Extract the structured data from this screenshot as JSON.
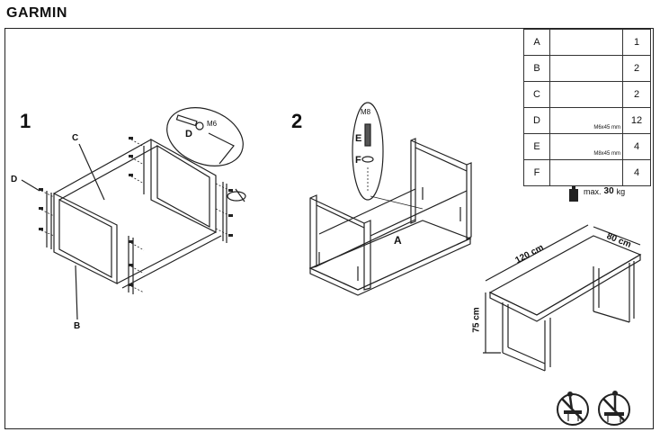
{
  "brand": "GARMIN",
  "steps": [
    "1",
    "2"
  ],
  "parts": [
    {
      "letter": "A",
      "qty": "1",
      "spec": ""
    },
    {
      "letter": "B",
      "qty": "2",
      "spec": ""
    },
    {
      "letter": "C",
      "qty": "2",
      "spec": ""
    },
    {
      "letter": "D",
      "qty": "12",
      "spec": "M6x45 mm"
    },
    {
      "letter": "E",
      "qty": "4",
      "spec": "M8x45 mm"
    },
    {
      "letter": "F",
      "qty": "4",
      "spec": ""
    }
  ],
  "max_load": {
    "prefix": "max.",
    "value": "30",
    "unit": "kg"
  },
  "step1": {
    "label_c": "C",
    "label_d": "D",
    "label_b": "B",
    "callout_letter": "D",
    "callout_text": "M6"
  },
  "step2": {
    "label_a": "A",
    "callout_top": "M8",
    "callout_e": "E",
    "callout_f": "F"
  },
  "dims": {
    "length": "120 cm",
    "depth": "80 cm",
    "height": "75 cm"
  },
  "icons": [
    "no-standing-on-table-icon",
    "no-climbing-on-table-icon"
  ]
}
